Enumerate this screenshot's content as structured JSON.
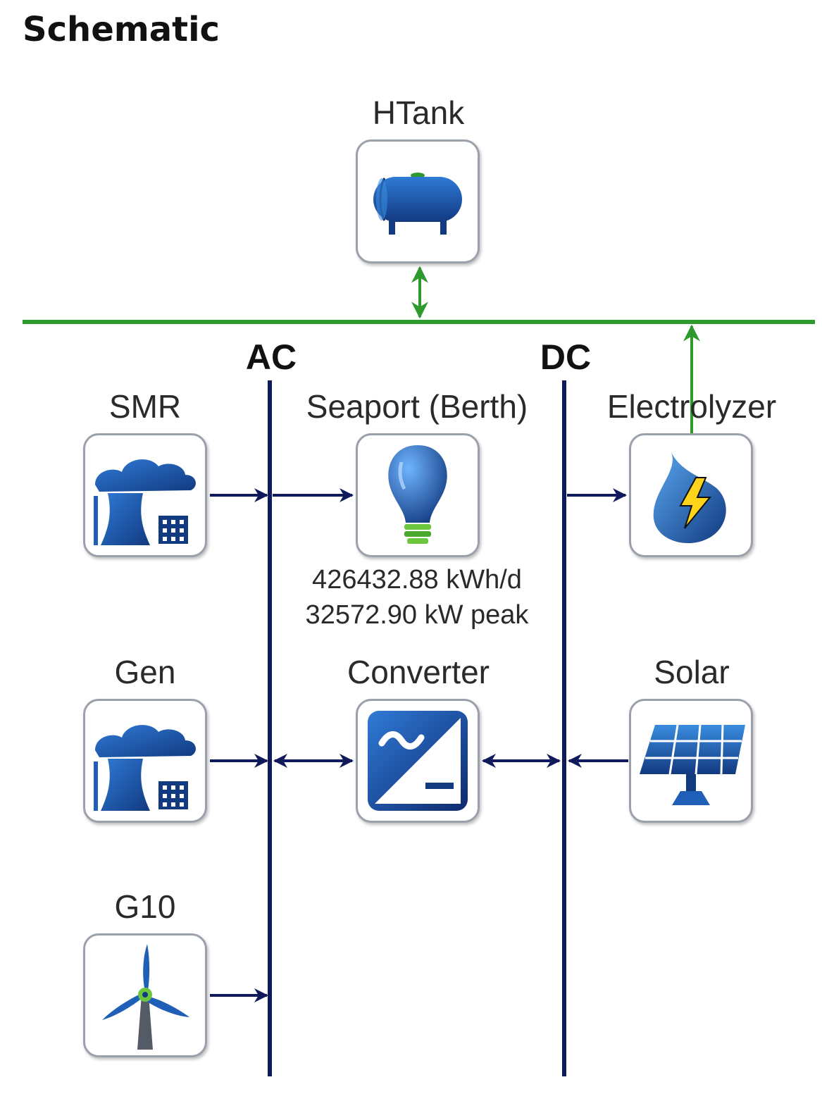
{
  "title": "Schematic",
  "buses": {
    "ac_label": "AC",
    "dc_label": "DC"
  },
  "components": {
    "htank": {
      "label": "HTank"
    },
    "smr": {
      "label": "SMR"
    },
    "seaport": {
      "label": "Seaport (Berth)",
      "load_daily": "426432.88 kWh/d",
      "load_peak": "32572.90 kW peak"
    },
    "electrolyzer": {
      "label": "Electrolyzer"
    },
    "gen": {
      "label": "Gen"
    },
    "converter": {
      "label": "Converter"
    },
    "solar": {
      "label": "Solar"
    },
    "g10": {
      "label": "G10"
    }
  },
  "colors": {
    "electric_bus": "#0f1a5c",
    "hydrogen_bus": "#2e9a2e",
    "icon_blue": "#1f5fb8",
    "icon_dark": "#123a80",
    "box_border": "#9aa1ab"
  }
}
